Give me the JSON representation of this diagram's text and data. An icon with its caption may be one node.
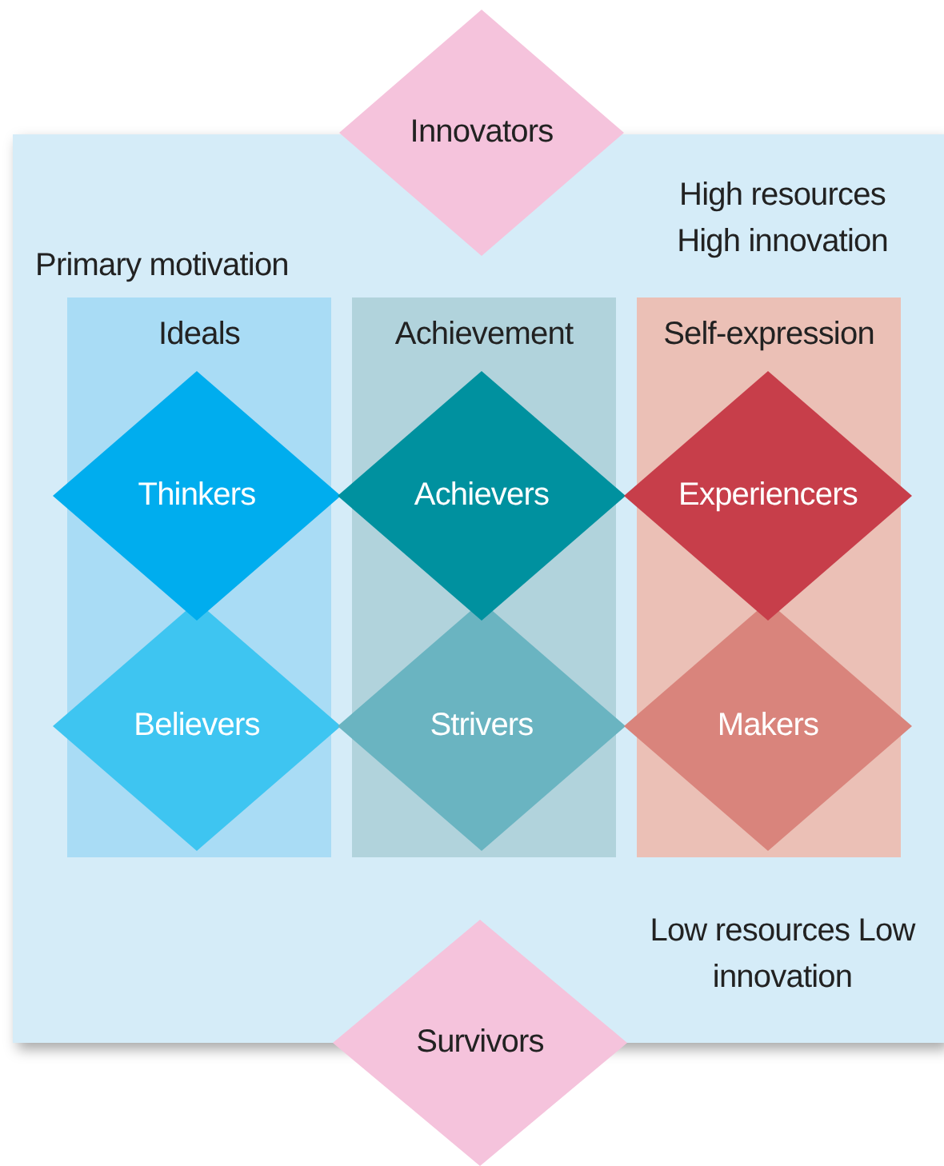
{
  "diagram": {
    "nodes": [
      {
        "text": [
          "Innovators"
        ]
      },
      {
        "text": [
          "High resources High innovation",
          "Primary motivation",
          "Low resources Low innovation"
        ]
      },
      {
        "text": [
          "Ideals"
        ],
        "in": 1
      },
      {
        "text": [
          "Achievement"
        ],
        "in": 1
      },
      {
        "text": [
          "Self-expression"
        ],
        "in": 1
      },
      {
        "text": [
          "Thinkers"
        ],
        "in": 1
      },
      {
        "text": [
          "Achievers"
        ],
        "in": 1
      },
      {
        "text": [
          "Experiencers"
        ],
        "in": 1
      },
      {
        "text": [
          "Believers"
        ],
        "in": 1
      },
      {
        "text": [
          "Strivers"
        ],
        "in": 1
      },
      {
        "text": [
          "Makers"
        ],
        "in": 1
      },
      {
        "text": [
          "Survivors"
        ]
      }
    ],
    "edges": []
  }
}
